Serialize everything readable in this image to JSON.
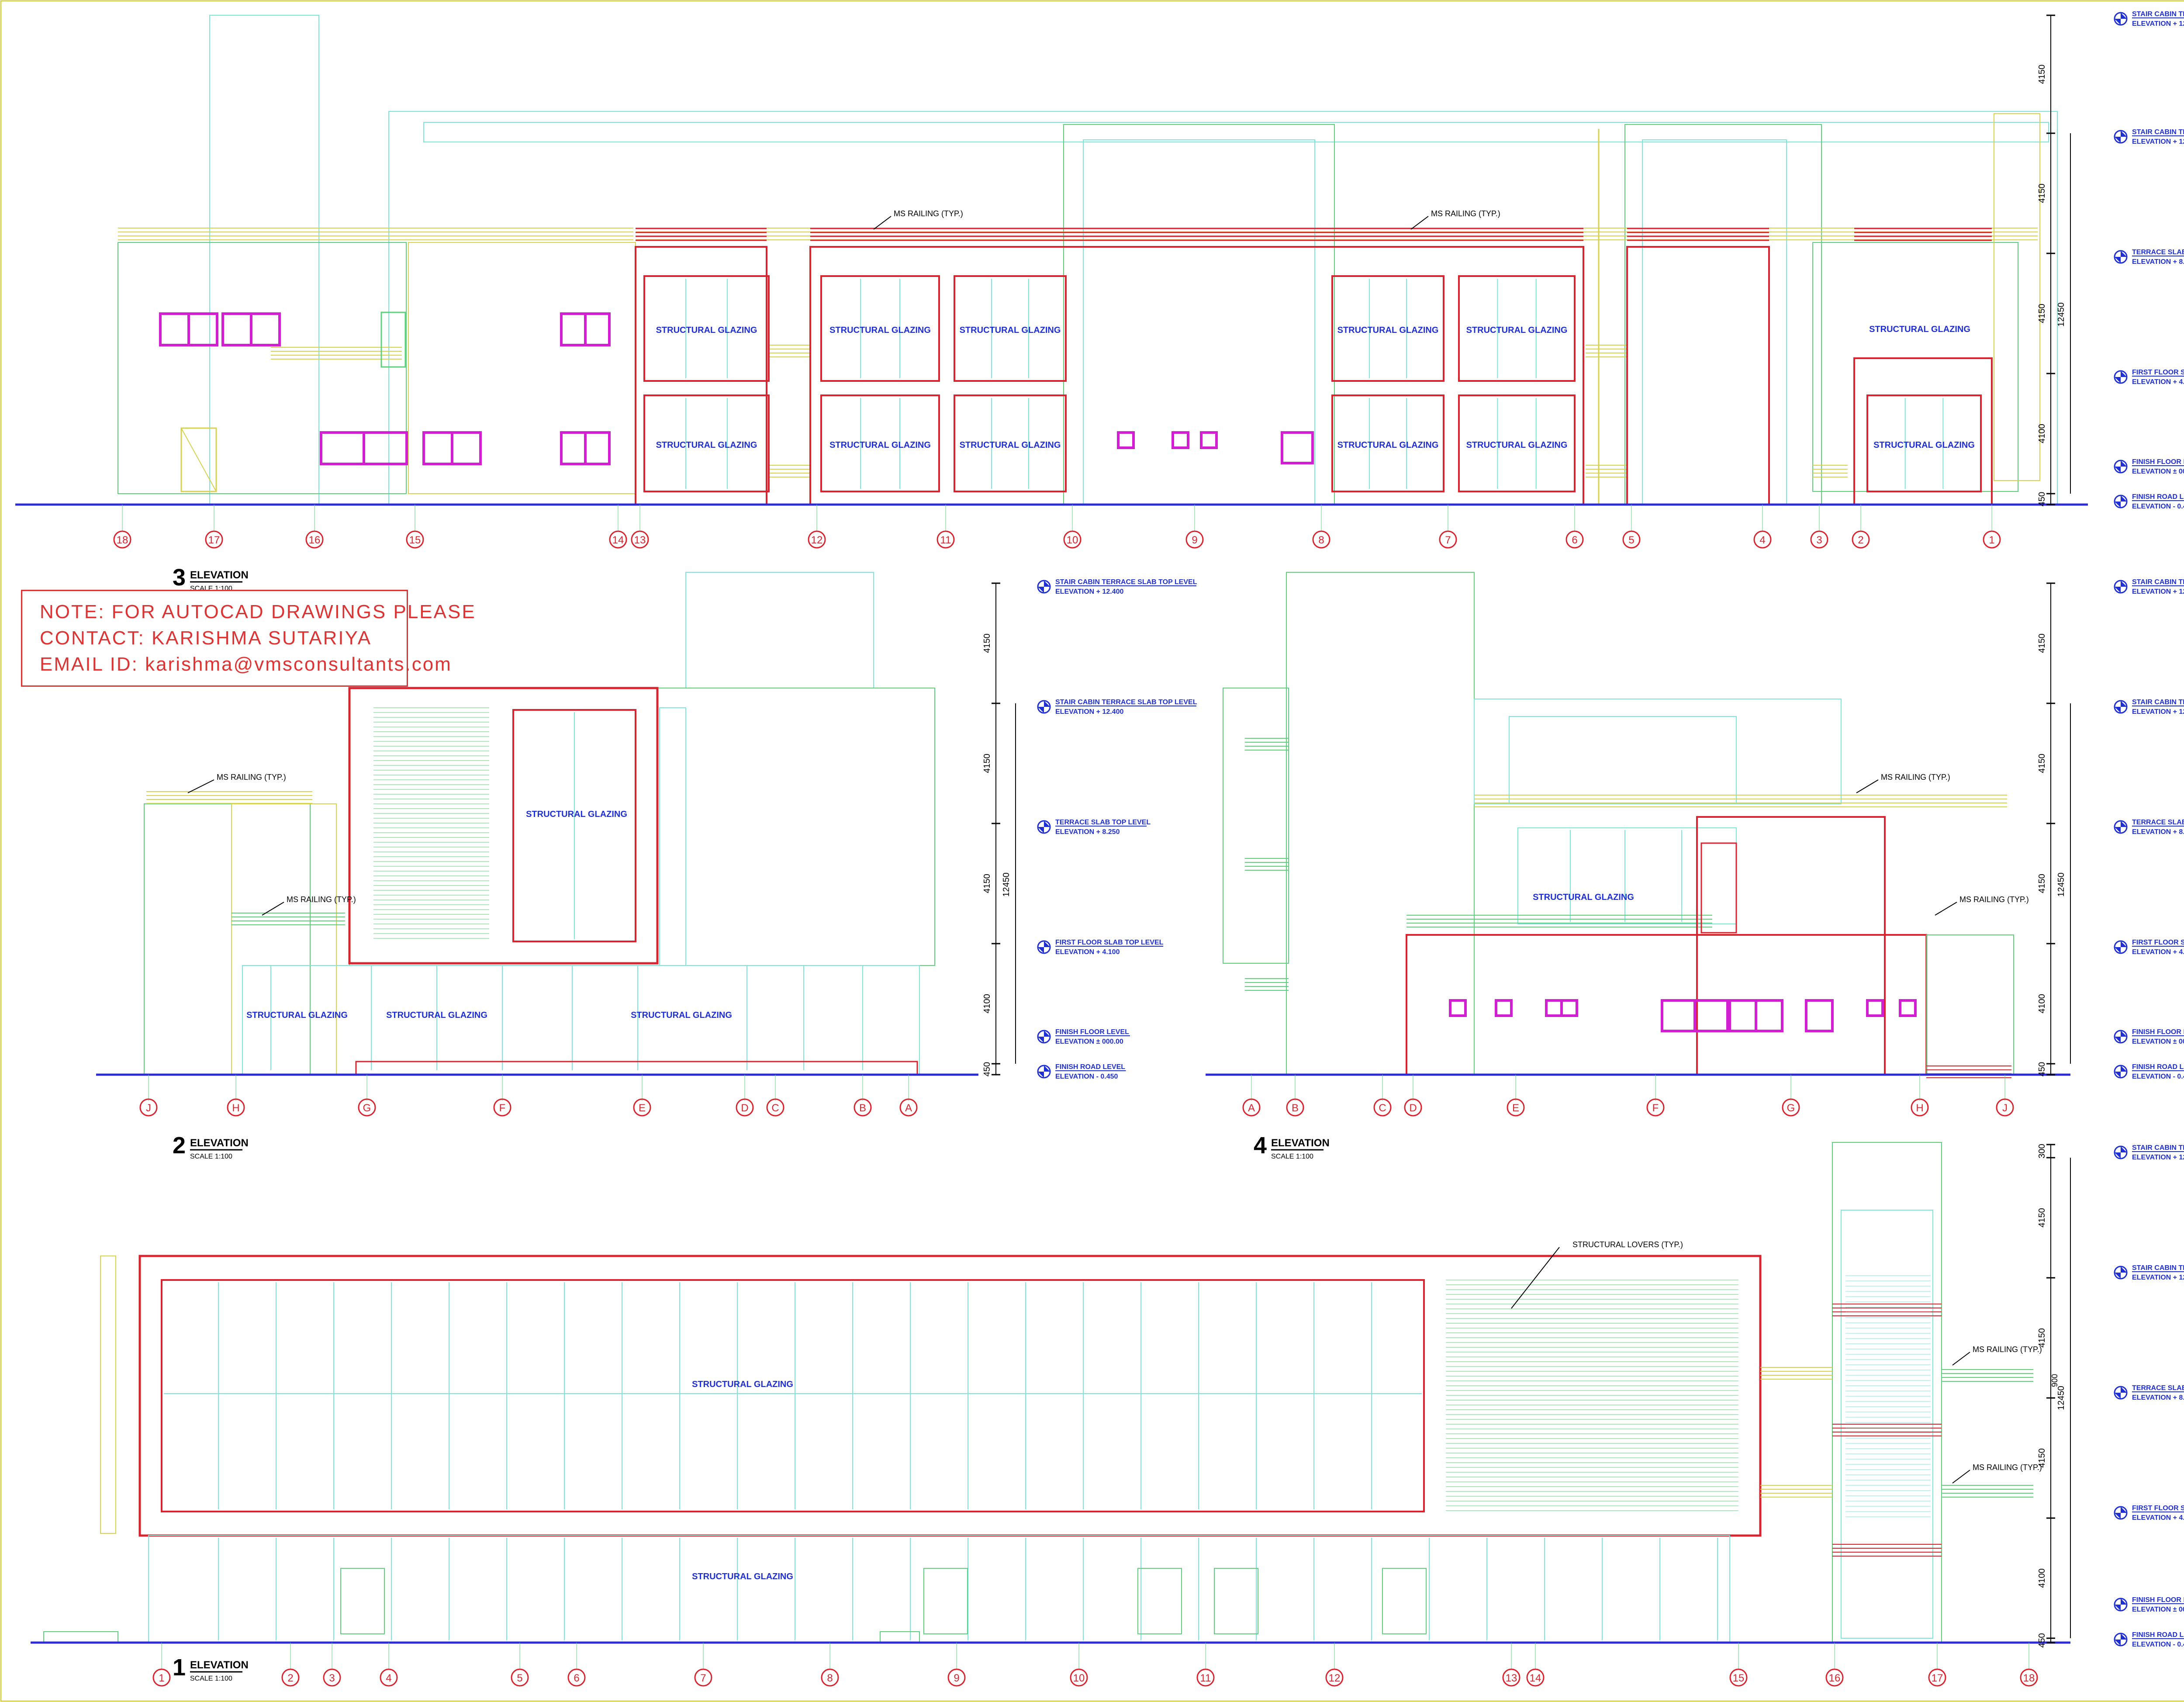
{
  "note": {
    "line1": "NOTE: FOR AUTOCAD DRAWINGS PLEASE",
    "line2": "CONTACT: KARISHMA SUTARIYA",
    "line3": "EMAIL ID: karishma@vmsconsultants.com"
  },
  "labels": {
    "structural_glazing": "STRUCTURAL GLAZING",
    "ms_railing": "MS RAILING (TYP.)",
    "structural_lovers": "STRUCTURAL LOVERS (TYP.)",
    "elevation": "ELEVATION",
    "scale": "SCALE 1:100"
  },
  "levels": [
    {
      "name": "STAIR CABIN TERRACE SLAB TOP LEVEL",
      "elev": "ELEVATION + 12.400"
    },
    {
      "name": "STAIR CABIN TERRACE SLAB TOP LEVEL",
      "elev": "ELEVATION + 12.400"
    },
    {
      "name": "TERRACE SLAB TOP LEVEL",
      "elev": "ELEVATION + 8.250"
    },
    {
      "name": "FIRST FLOOR SLAB TOP LEVEL",
      "elev": "ELEVATION + 4.100"
    },
    {
      "name": "FINISH FLOOR LEVEL",
      "elev": "ELEVATION ± 000.00"
    },
    {
      "name": "FINISH ROAD LEVEL",
      "elev": "ELEVATION - 0.450"
    }
  ],
  "dims": {
    "d4150": "4150",
    "d4100": "4100",
    "d450": "450",
    "d12450": "12450",
    "d300": "300",
    "d900": "900"
  },
  "views": [
    {
      "number": "3",
      "grids": [
        "18",
        "17",
        "16",
        "15",
        "14",
        "13",
        "12",
        "11",
        "10",
        "9",
        "8",
        "7",
        "6",
        "5",
        "4",
        "3",
        "2",
        "1"
      ]
    },
    {
      "number": "2",
      "grids": [
        "J",
        "H",
        "G",
        "F",
        "E",
        "D",
        "C",
        "B",
        "A"
      ]
    },
    {
      "number": "4",
      "grids": [
        "A",
        "B",
        "C",
        "D",
        "E",
        "F",
        "G",
        "H",
        "J"
      ]
    },
    {
      "number": "1",
      "grids": [
        "1",
        "2",
        "3",
        "4",
        "5",
        "6",
        "7",
        "8",
        "9",
        "10",
        "11",
        "12",
        "13",
        "14",
        "15",
        "16",
        "17",
        "18"
      ]
    }
  ],
  "colors": {
    "red": "#d9232e",
    "green": "#5fd17c",
    "yellow": "#d7d24f",
    "cyan": "#7ee6d8",
    "magenta": "#d21fd2",
    "blue": "#1f2fd6",
    "ground": "#2d2bd8"
  }
}
